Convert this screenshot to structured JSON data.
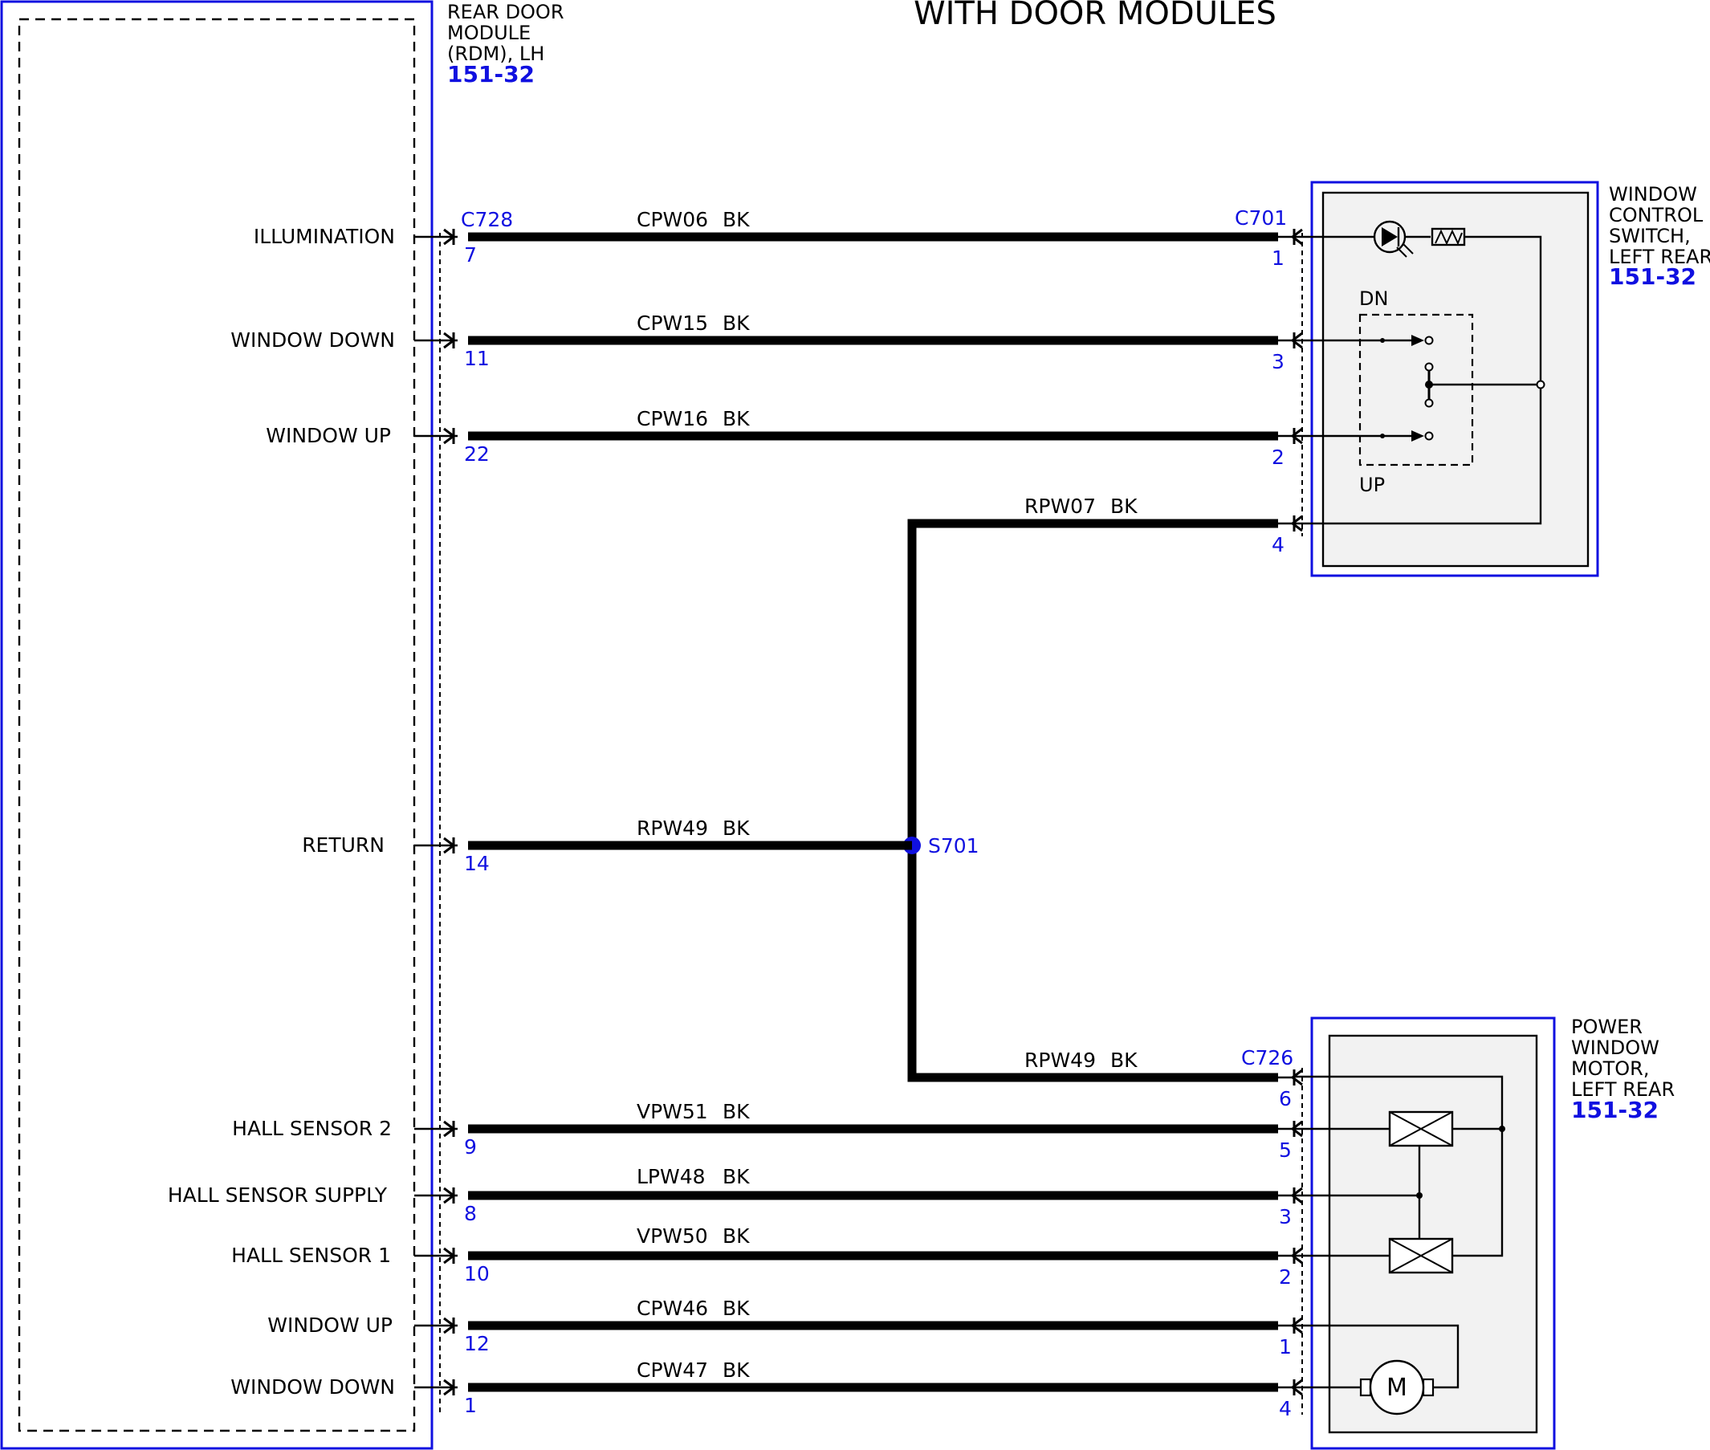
{
  "title": "WITH DOOR MODULES",
  "modules": {
    "rdm": {
      "name_lines": [
        "REAR DOOR",
        "MODULE",
        "(RDM), LH"
      ],
      "ref": "151-32",
      "connector": "C728"
    },
    "switch": {
      "name_lines": [
        "WINDOW",
        "CONTROL",
        "SWITCH,",
        "LEFT REAR"
      ],
      "ref": "151-32",
      "connector": "C701",
      "dn_label": "DN",
      "up_label": "UP"
    },
    "motor": {
      "name_lines": [
        "POWER",
        "WINDOW",
        "MOTOR,",
        "LEFT REAR"
      ],
      "ref": "151-32",
      "connector": "C726",
      "motor_label": "M"
    }
  },
  "splice": "S701",
  "circuits": [
    {
      "signal": "ILLUMINATION",
      "rdm_pin": "7",
      "wire": "CPW06",
      "color": "BK",
      "end_pin": "1"
    },
    {
      "signal": "WINDOW DOWN",
      "rdm_pin": "11",
      "wire": "CPW15",
      "color": "BK",
      "end_pin": "3"
    },
    {
      "signal": "WINDOW UP",
      "rdm_pin": "22",
      "wire": "CPW16",
      "color": "BK",
      "end_pin": "2"
    },
    {
      "signal": "",
      "rdm_pin": "",
      "wire": "RPW07",
      "color": "BK",
      "end_pin": "4"
    },
    {
      "signal": "RETURN",
      "rdm_pin": "14",
      "wire": "RPW49",
      "color": "BK",
      "end_pin": ""
    },
    {
      "signal": "",
      "rdm_pin": "",
      "wire": "RPW49",
      "color": "BK",
      "end_pin": "6"
    },
    {
      "signal": "HALL SENSOR 2",
      "rdm_pin": "9",
      "wire": "VPW51",
      "color": "BK",
      "end_pin": "5"
    },
    {
      "signal": "HALL SENSOR SUPPLY",
      "rdm_pin": "8",
      "wire": "LPW48",
      "color": "BK",
      "end_pin": "3"
    },
    {
      "signal": "HALL SENSOR 1",
      "rdm_pin": "10",
      "wire": "VPW50",
      "color": "BK",
      "end_pin": "2"
    },
    {
      "signal": "WINDOW UP",
      "rdm_pin": "12",
      "wire": "CPW46",
      "color": "BK",
      "end_pin": "1"
    },
    {
      "signal": "WINDOW DOWN",
      "rdm_pin": "1",
      "wire": "CPW47",
      "color": "BK",
      "end_pin": "4"
    }
  ]
}
